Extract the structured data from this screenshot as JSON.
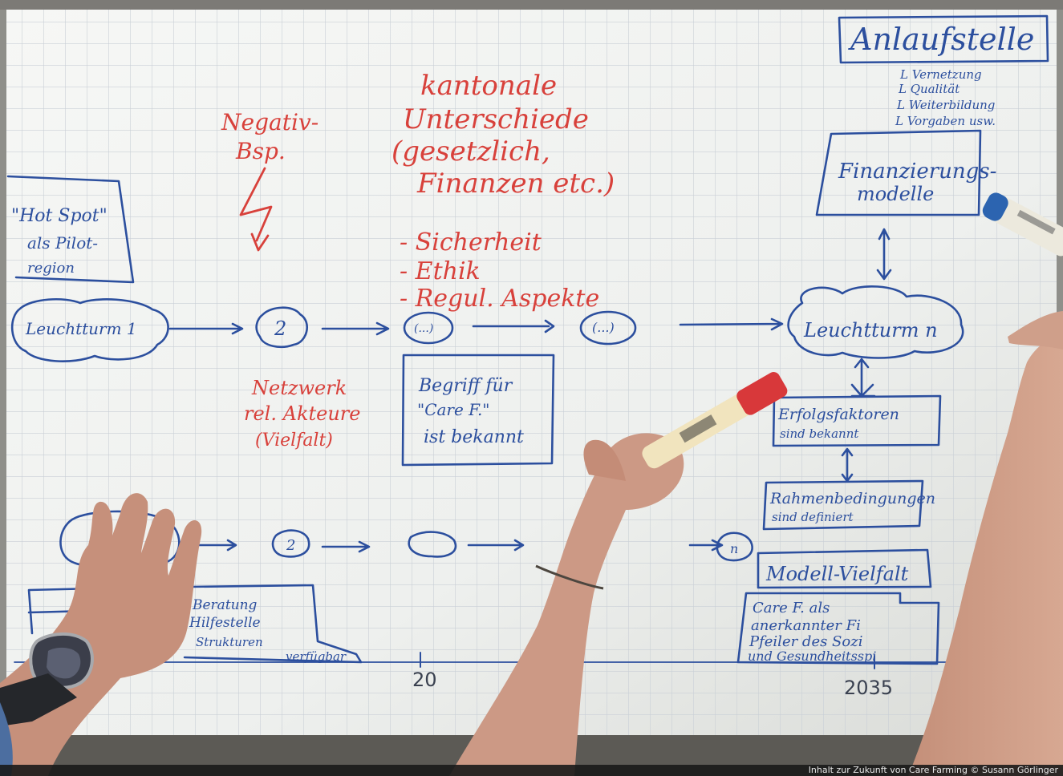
{
  "photo": {
    "subject": "flipchart",
    "colors": {
      "ink_blue": "#2c4f9e",
      "ink_red": "#d8413b",
      "paper": "#f3f4f2",
      "grid": "#c9cfd6",
      "skin": "#c99580"
    }
  },
  "notes": {
    "anlaufstelle": "Anlaufstelle",
    "anlauf_items": [
      "L Vernetzung",
      "L Qualität",
      "L Weiterbildung",
      "L Vorgaben usw."
    ],
    "finanzierung": [
      "Finanzierungs-",
      "modelle"
    ],
    "negativ": [
      "Negativ-",
      "Bsp."
    ],
    "kantonale": [
      "kantonale",
      "Unterschiede",
      "(gesetzlich,",
      "Finanzen etc.)"
    ],
    "bullets": [
      "- Sicherheit",
      "- Ethik",
      "- Regul. Aspekte"
    ],
    "hotspot": [
      "\"Hot Spot\"",
      "als Pilot-",
      "region"
    ],
    "step_1": "Leuchtturm 1",
    "step_2": "2",
    "step_dots_a": "(...)",
    "step_dots_b": "(...)",
    "step_n": "Leuchtturm n",
    "netzwerk": [
      "Netzwerk",
      "rel. Akteure",
      "(Vielfalt)"
    ],
    "begriff": [
      "Begriff für",
      "\"Care F.\"",
      "ist bekannt"
    ],
    "erfolgsfaktoren": [
      "Erfolgsfaktoren",
      "sind bekannt"
    ],
    "rahmen": [
      "Rahmenbedingungen",
      "sind definiert"
    ],
    "modell": "Modell-Vielfalt",
    "carefarming": [
      "Care F. als",
      "anerkannter Fi",
      "Pfeiler des Sozi",
      "und Gesundheitsspi"
    ],
    "lower_2": "2",
    "lower_n": "n",
    "lower_box": [
      "Beratung",
      "Hilfestelle",
      "Strukturen",
      "verfügbar"
    ],
    "year_mid": "20",
    "year_end": "2035"
  },
  "caption": "Inhalt zur Zukunft von Care Farming © Susann Görlinger"
}
